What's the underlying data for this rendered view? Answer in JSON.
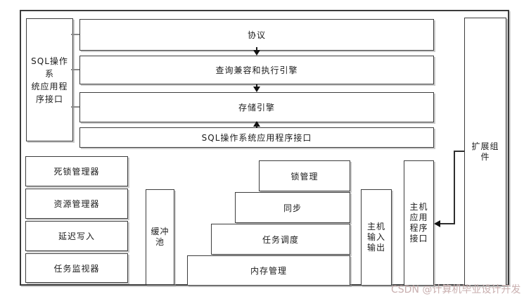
{
  "colors": {
    "background": "#ffffff",
    "line": "#3b3b3b",
    "shadow": "#9b9b9b",
    "text": "#1c1c1c",
    "watermark": "#c9afaf"
  },
  "diagram": {
    "left_panel": {
      "label": "SQL操作系\n统应用程\n序接口"
    },
    "top_rows": [
      {
        "label": "协议"
      },
      {
        "label": "查询兼容和执行引擎"
      },
      {
        "label": "存储引擎"
      },
      {
        "label": "SQL操作系统应用程序接口"
      }
    ],
    "left_stack": [
      {
        "label": "死锁管理器"
      },
      {
        "label": "资源管理器"
      },
      {
        "label": "延迟写入"
      },
      {
        "label": "任务监视器"
      }
    ],
    "buffer_pool": {
      "label": "缓冲\n池"
    },
    "pyramid": [
      {
        "label": "锁管理"
      },
      {
        "label": "同步"
      },
      {
        "label": "任务调度"
      },
      {
        "label": "内存管理"
      }
    ],
    "host_io": {
      "label": "主机\n输入\n输出"
    },
    "host_api": {
      "label": "主机\n应用\n程序\n接口"
    },
    "extension": {
      "label": "扩展组\n件"
    }
  },
  "watermark": {
    "text": "CSDN @计算机毕业设计开发"
  }
}
